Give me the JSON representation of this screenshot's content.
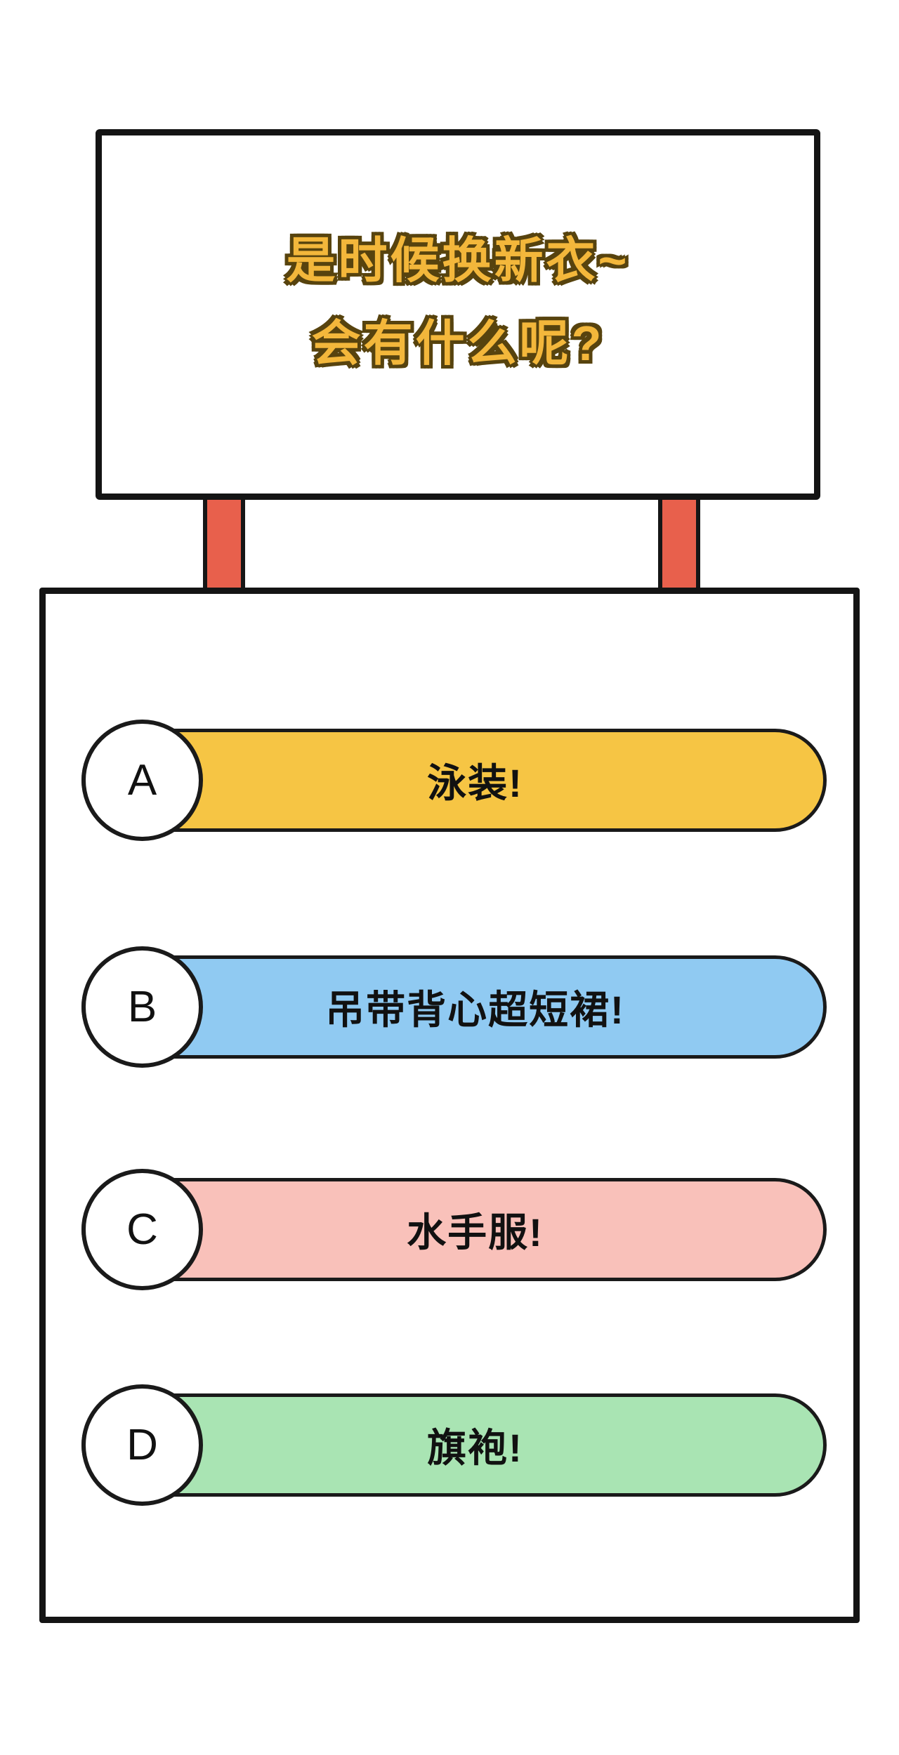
{
  "sign": {
    "line1": "是时候换新衣~",
    "line2": "会有什么呢?"
  },
  "options": [
    {
      "letter": "A",
      "label": "泳装!",
      "color": "#F6C544"
    },
    {
      "letter": "B",
      "label": "吊带背心超短裙!",
      "color": "#90CAF2"
    },
    {
      "letter": "C",
      "label": "水手服!",
      "color": "#F9C1BA"
    },
    {
      "letter": "D",
      "label": "旗袍!",
      "color": "#A9E4B3"
    }
  ],
  "colors": {
    "post": "#E8604C",
    "panel_border": "#141414",
    "title_fill": "#F3B73B",
    "title_outline": "#57430E"
  }
}
